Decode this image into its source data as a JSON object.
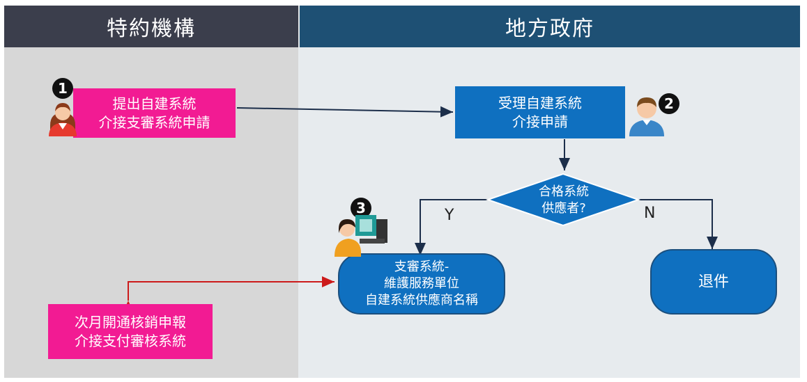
{
  "lanes": {
    "left_title": "特約機構",
    "right_title": "地方政府"
  },
  "nodes": {
    "submit": [
      "提出自建系統",
      "介接支審系統申請"
    ],
    "accept": [
      "受理自建系統",
      "介接申請"
    ],
    "decision": [
      "合格系統",
      "供應者?"
    ],
    "maintain": [
      "支審系統-",
      "維護服務單位",
      "自建系統供應商名稱"
    ],
    "reject": [
      "退件"
    ],
    "next_month": [
      "次月開通核銷申報",
      "介接支付審核系統"
    ]
  },
  "branches": {
    "yes": "Y",
    "no": "N"
  },
  "steps": {
    "s1": "1",
    "s2": "2",
    "s3": "3"
  },
  "colors": {
    "pink": "#f21b93",
    "blue": "#0f70c0",
    "red_arrow": "#cc1a1a",
    "dark_arrow": "#1c2e4a"
  }
}
